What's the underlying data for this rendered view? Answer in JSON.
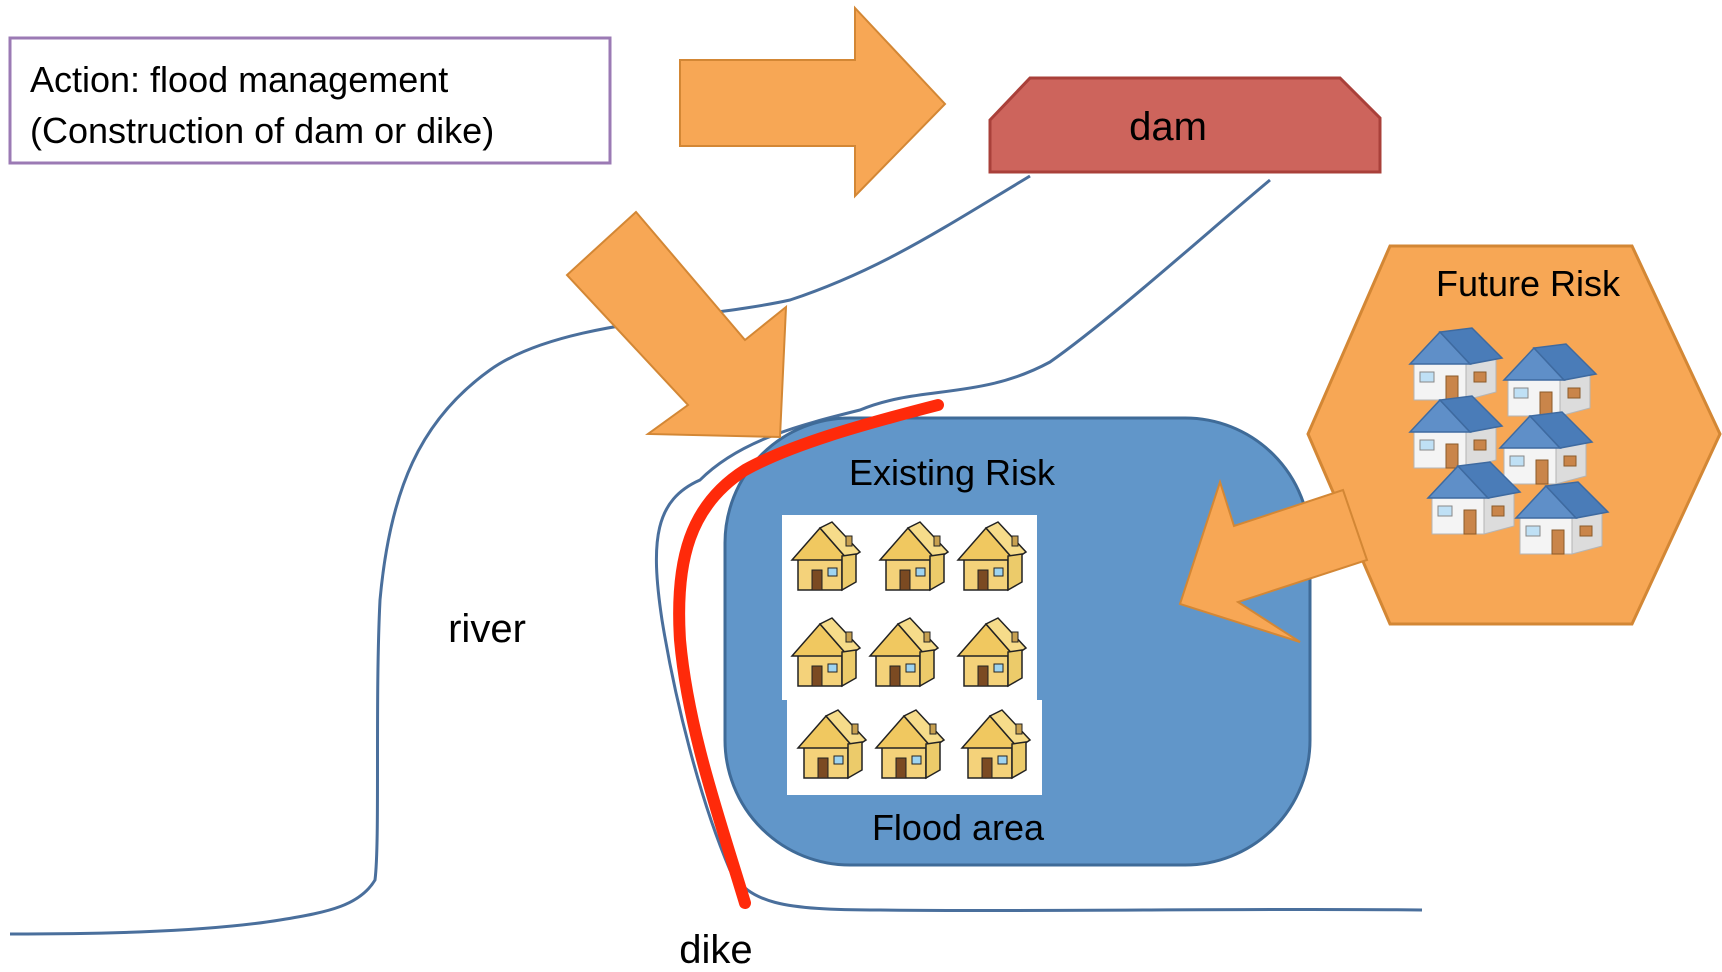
{
  "action_box": {
    "line1": "Action:   flood management",
    "line2": "(Construction of dam or dike)"
  },
  "labels": {
    "dam": "dam",
    "river": "river",
    "dike": "dike",
    "existing_risk": "Existing Risk",
    "flood_area": "Flood area",
    "future_risk": "Future Risk"
  },
  "icons": {
    "existing_houses": "yellow-house-icon",
    "future_houses": "blue-roof-house-icon"
  },
  "colors": {
    "dam_fill": "#cd645c",
    "dam_stroke": "#a9403a",
    "river": "#4a6f9c",
    "dike": "#ff2a0a",
    "flood_area": "#6196c9",
    "flood_area_stroke": "#3f6b98",
    "arrow_fill": "#f7a755",
    "arrow_stroke": "#d38735",
    "action_box_border": "#9b7ab4"
  }
}
